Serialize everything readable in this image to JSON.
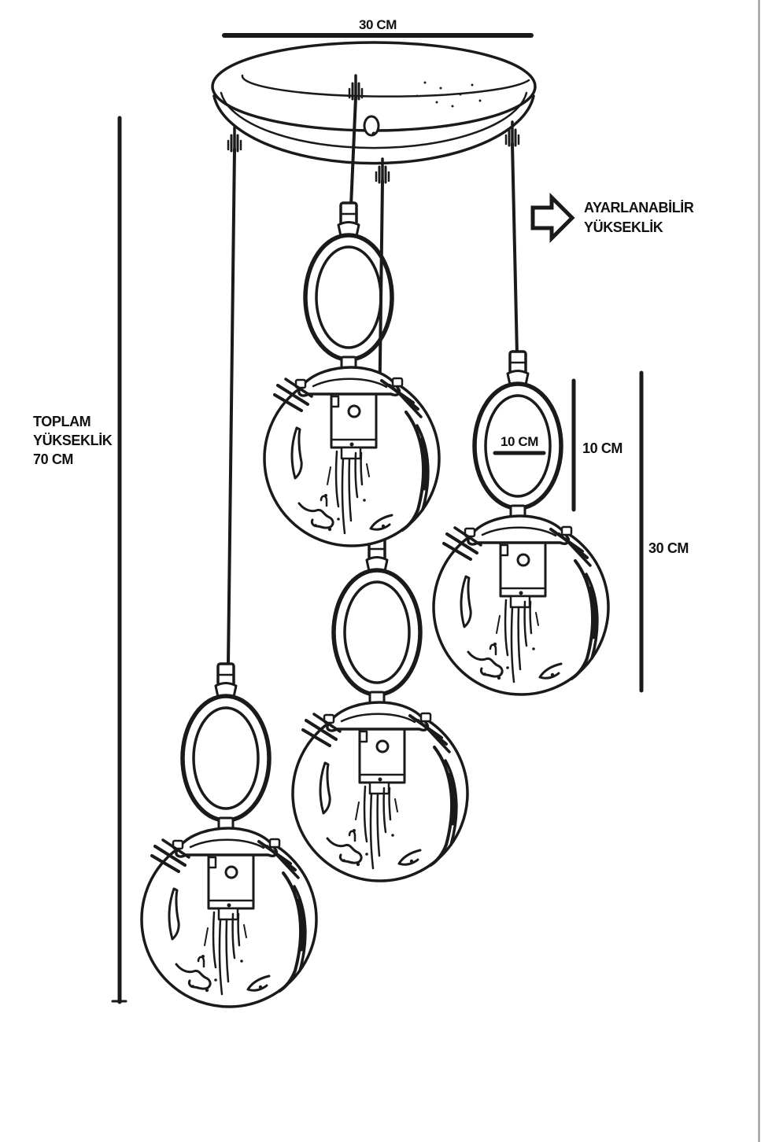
{
  "diagram_labels": {
    "canopy_width": "30 CM",
    "adjustable_height_line1": "AYARLANABİLİR",
    "adjustable_height_line2": "YÜKSEKLİK",
    "total_height_line1": "TOPLAM",
    "total_height_line2": "YÜKSEKLİK",
    "total_height_line3": "70 CM",
    "globe_diameter": "10 CM",
    "ring_height": "10 CM",
    "fixture_drop": "30 CM"
  },
  "colors": {
    "ink": "#1a1a1a",
    "background": "#ffffff"
  }
}
